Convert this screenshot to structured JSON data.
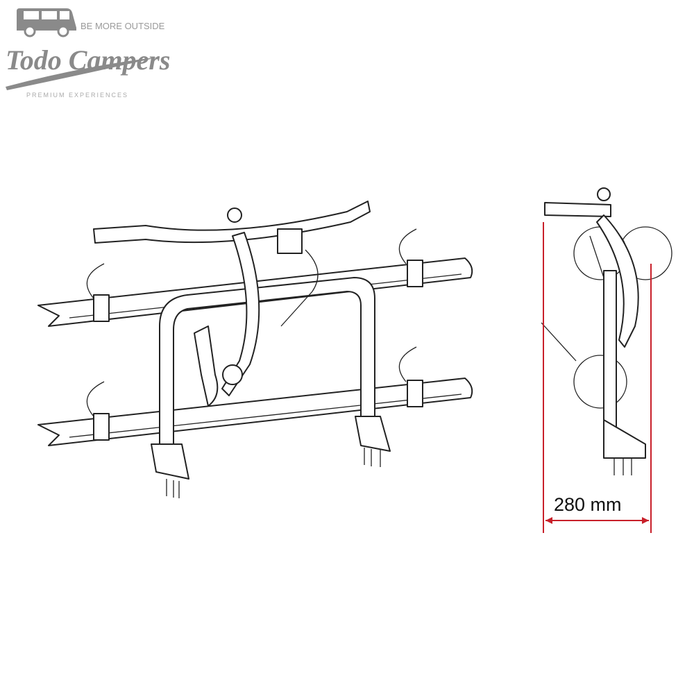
{
  "logo": {
    "brand": "Todo Campers",
    "tagline_top": "BE MORE OUTSIDE",
    "tagline_bottom": "PREMIUM EXPERIENCES",
    "color": "#8a8a8a"
  },
  "dimension": {
    "label": "280 mm",
    "color": "#c8202a"
  },
  "colors": {
    "line": "#222222",
    "background": "#ffffff"
  }
}
